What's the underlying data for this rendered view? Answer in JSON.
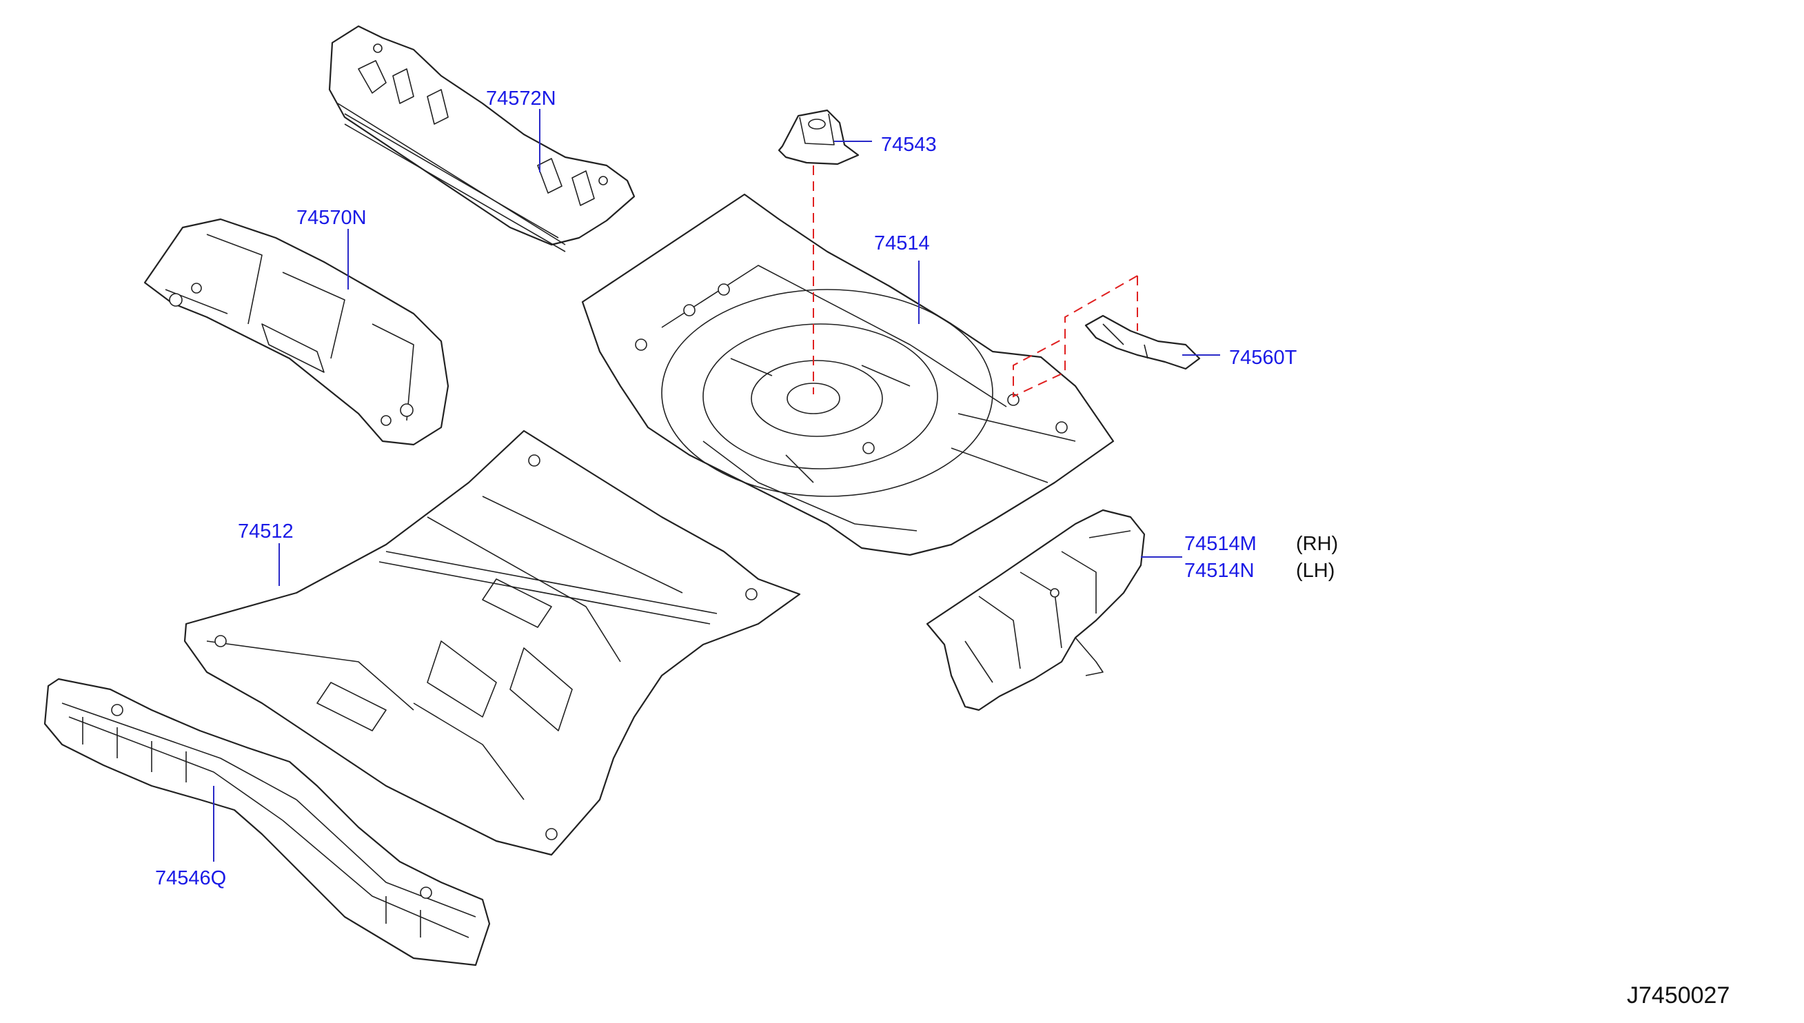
{
  "parts": [
    {
      "id": "crossmember-upper",
      "number": "74572N"
    },
    {
      "id": "spare-tire-clamp",
      "number": "74543"
    },
    {
      "id": "crossmember-mid",
      "number": "74570N"
    },
    {
      "id": "rear-floor-rear",
      "number": "74514"
    },
    {
      "id": "bracket-right",
      "number": "74560T"
    },
    {
      "id": "rear-floor-front",
      "number": "74512"
    },
    {
      "id": "side-member-rh",
      "number": "74514M",
      "side": "(RH)"
    },
    {
      "id": "side-member-lh",
      "number": "74514N",
      "side": "(LH)"
    },
    {
      "id": "crossmember-lower",
      "number": "74546Q"
    }
  ],
  "diagram_id": "J7450027",
  "colors": {
    "label": "#1a1ae6",
    "leader": "#2a2ac8",
    "dashed_guide": "#e02020",
    "line_art": "#222222",
    "background": "#ffffff"
  }
}
